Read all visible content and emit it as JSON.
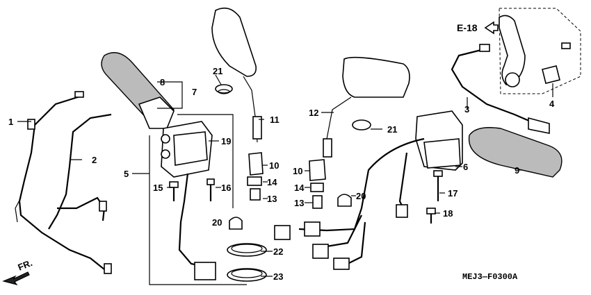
{
  "diagram_code": "MEJ3—F0300A",
  "reference": "E-18",
  "front_label": "FR.",
  "callouts": [
    {
      "id": "c1",
      "text": "1"
    },
    {
      "id": "c2",
      "text": "2"
    },
    {
      "id": "c3",
      "text": "3"
    },
    {
      "id": "c4",
      "text": "4"
    },
    {
      "id": "c5",
      "text": "5"
    },
    {
      "id": "c6",
      "text": "6"
    },
    {
      "id": "c7",
      "text": "7"
    },
    {
      "id": "c8",
      "text": "8"
    },
    {
      "id": "c9",
      "text": "9"
    },
    {
      "id": "c10a",
      "text": "10"
    },
    {
      "id": "c10b",
      "text": "10"
    },
    {
      "id": "c11",
      "text": "11"
    },
    {
      "id": "c12",
      "text": "12"
    },
    {
      "id": "c13a",
      "text": "13"
    },
    {
      "id": "c13b",
      "text": "13"
    },
    {
      "id": "c14a",
      "text": "14"
    },
    {
      "id": "c14b",
      "text": "14"
    },
    {
      "id": "c15",
      "text": "15"
    },
    {
      "id": "c16",
      "text": "16"
    },
    {
      "id": "c17",
      "text": "17"
    },
    {
      "id": "c18",
      "text": "18"
    },
    {
      "id": "c19",
      "text": "19"
    },
    {
      "id": "c20a",
      "text": "20"
    },
    {
      "id": "c20b",
      "text": "20"
    },
    {
      "id": "c21a",
      "text": "21"
    },
    {
      "id": "c21b",
      "text": "21"
    },
    {
      "id": "c22",
      "text": "22"
    },
    {
      "id": "c23",
      "text": "23"
    }
  ]
}
